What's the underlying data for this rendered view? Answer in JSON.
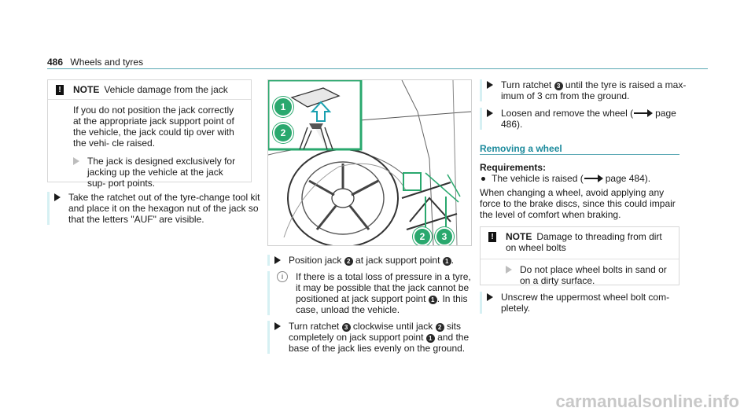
{
  "header": {
    "page_number": "486",
    "title": "Wheels and tyres"
  },
  "left": {
    "note": {
      "label": "NOTE",
      "title": "Vehicle damage from the jack",
      "body": "If you do not position the jack correctly at the appropriate jack support point of the vehicle, the jack could tip over with the vehi- cle raised.",
      "step": "The jack is designed exclusively for jacking up the vehicle at the jack sup- port points."
    },
    "step": "Take the ratchet out of the tyre-change tool kit and place it on the hexagon nut of the jack so that the letters \"AUF\" are visible."
  },
  "middle": {
    "figure": {
      "callout_1": "1",
      "callout_2": "2",
      "callout_2b": "2",
      "callout_3": "3"
    },
    "step1": {
      "a": "Position jack ",
      "n1": "2",
      "b": " at jack support point ",
      "n2": "1",
      "c": "."
    },
    "info": {
      "a": "If there is a total loss of pressure in a tyre, it may be possible that the jack cannot be positioned at jack support point ",
      "n1": "1",
      "b": ". In this case, unload the vehicle."
    },
    "step2": {
      "a": "Turn ratchet ",
      "n1": "3",
      "b": " clockwise until jack ",
      "n2": "2",
      "c": " sits completely on jack support point ",
      "n3": "1",
      "d": " and the base of the jack lies evenly on the ground."
    }
  },
  "right": {
    "step1": {
      "a": "Turn ratchet ",
      "n1": "3",
      "b": " until the tyre is raised a max- imum of 3 cm from the ground."
    },
    "step2": {
      "a": "Loosen and remove the wheel (",
      "ref": "page 486",
      "b": ")."
    },
    "section_title": "Removing a wheel",
    "requirements_label": "Requirements:",
    "requirement": {
      "a": "The vehicle is raised (",
      "ref": "page 484",
      "b": ")."
    },
    "para": "When changing a wheel, avoid applying any force to the brake discs, since this could impair the level of comfort when braking.",
    "note": {
      "label": "NOTE",
      "title": "Damage to threading from dirt on wheel bolts",
      "step": "Do not place wheel bolts in sand or on a dirty surface."
    },
    "step3": "Unscrew the uppermost wheel bolt com- pletely."
  },
  "watermark": "carmanualsonline.info"
}
